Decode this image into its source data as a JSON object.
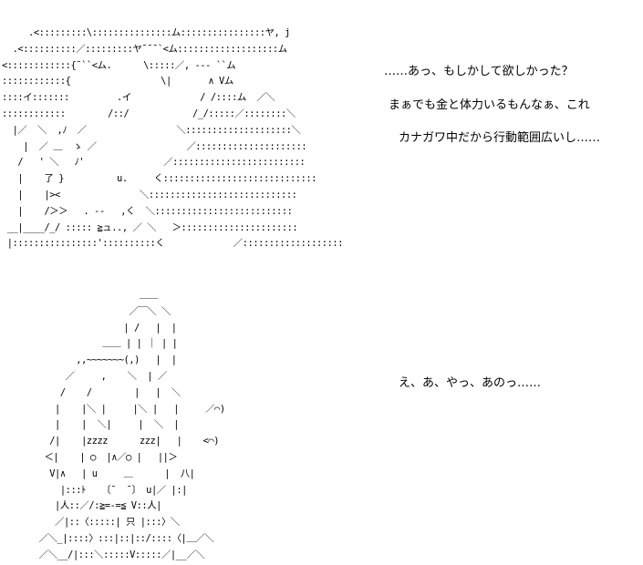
{
  "scene_top": {
    "dialogue": [
      "……あっ、もしかして欲しかった？",
      "まぁでも金と体力いるもんなぁ、これ",
      "カナガワ中だから行動範囲広いし……"
    ],
    "ascii_art": "     .<:::::::::\\:::::::::::::::ム::::::::::::::::ヤ, j\n  .<::::::::::／:::::::::ヤ¯¯¯`<ム:::::::::::::::::::ム\n<::::::::::::{¯``<ム.      \\:::::／, --- ``ム\n::::::::::::{                 \\|       ∧ Vム\n::::イ:::::::         .イ             / /::::ム  ／＼\n::::::::::::        /::/            /_/:::::／::::::::＼\n  |／  ＼  ,ﾉ  ／                 ＼::::::::::::::::::::＼\n    |  ／ ＿  ゝ ／                 ／:::::::::::::::::::::\n   /   ' ＼   ﾉ'               ／:::::::::::::::::::::::::\n   |    了 }          u.     く:::::::::::::::::::::::::::::\n   |    |><               ＼::::::::::::::::::::::::::::\n   |    /＞＞   . --   ,く  ＼::::::::::::::::::::::::::\n __|____/_/ ::::: ≧ュ.., ／ ＼   ＞::::::::::::::::::::::\n |::::::::::::::::'::::::::::く             ／:::::::::::::::::::"
  },
  "scene_bottom": {
    "dialogue": [
      "え、あ、やっ、あのっ……"
    ],
    "ascii_art": "                          ＿＿\n                        ／￣＼ ＼\n                       | /   |  |\n                   ＿＿ | | ｜ | |\n              ,,~~~~~~~(,)   |  |\n            ／     ,    ＼  | ／\n           /    /        |   |  ＼\n          |    |＼ |     |＼ |   |     ／⌒)\n          |    |  ＼|     |  ＼  |\n         /|    |zzzz      zzz|   |    <⌒)\n        ＜|    | ◯  |∧／◯ |   ||＞\n         V|∧   | u     ＿      |  八|\n           |:::ﾄ   〔¯  ¯〕 u|／ |:|\n          |人::／/:≧=-=≦ V::人|\n          ／|::〈:::::| 只 |:::〉＼\n       ／＼_|::::〉:::|::|::/::::〈|＿／＼\n       ／＼__/|:::＼:::::V:::::／|__／＼"
  }
}
